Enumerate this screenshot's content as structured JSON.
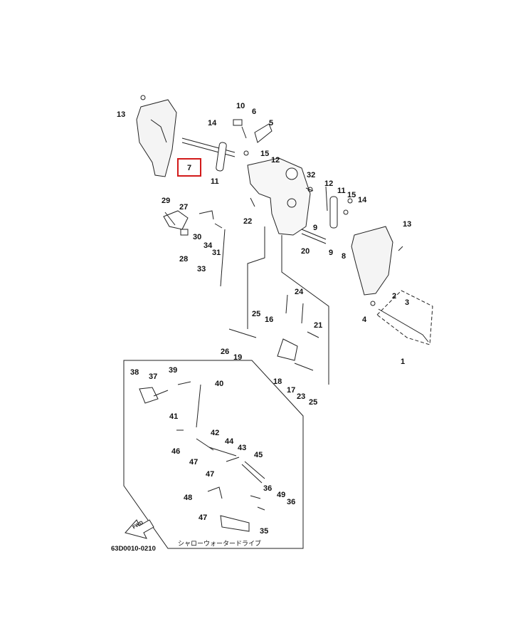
{
  "diagram": {
    "code": "63D0010-0210",
    "japanese_caption": "シャローウォータードライブ",
    "fwd_label": "FWD",
    "highlight_color": "#d21a1a",
    "highlighted_label": "7",
    "callouts": [
      {
        "text": "13"
      },
      {
        "text": "7"
      },
      {
        "text": "10"
      },
      {
        "text": "6"
      },
      {
        "text": "14"
      },
      {
        "text": "5"
      },
      {
        "text": "15"
      },
      {
        "text": "12"
      },
      {
        "text": "11"
      },
      {
        "text": "32"
      },
      {
        "text": "12"
      },
      {
        "text": "11"
      },
      {
        "text": "15"
      },
      {
        "text": "14"
      },
      {
        "text": "29"
      },
      {
        "text": "27"
      },
      {
        "text": "22"
      },
      {
        "text": "30"
      },
      {
        "text": "34"
      },
      {
        "text": "9"
      },
      {
        "text": "9"
      },
      {
        "text": "13"
      },
      {
        "text": "20"
      },
      {
        "text": "31"
      },
      {
        "text": "28"
      },
      {
        "text": "8"
      },
      {
        "text": "33"
      },
      {
        "text": "24"
      },
      {
        "text": "2"
      },
      {
        "text": "3"
      },
      {
        "text": "4"
      },
      {
        "text": "25"
      },
      {
        "text": "16"
      },
      {
        "text": "21"
      },
      {
        "text": "26"
      },
      {
        "text": "19"
      },
      {
        "text": "1"
      },
      {
        "text": "18"
      },
      {
        "text": "17"
      },
      {
        "text": "23"
      },
      {
        "text": "25"
      },
      {
        "text": "38"
      },
      {
        "text": "39"
      },
      {
        "text": "37"
      },
      {
        "text": "40"
      },
      {
        "text": "41"
      },
      {
        "text": "42"
      },
      {
        "text": "44"
      },
      {
        "text": "46"
      },
      {
        "text": "47"
      },
      {
        "text": "43"
      },
      {
        "text": "45"
      },
      {
        "text": "47"
      },
      {
        "text": "36"
      },
      {
        "text": "48"
      },
      {
        "text": "49"
      },
      {
        "text": "36"
      },
      {
        "text": "47"
      },
      {
        "text": "35"
      }
    ]
  }
}
